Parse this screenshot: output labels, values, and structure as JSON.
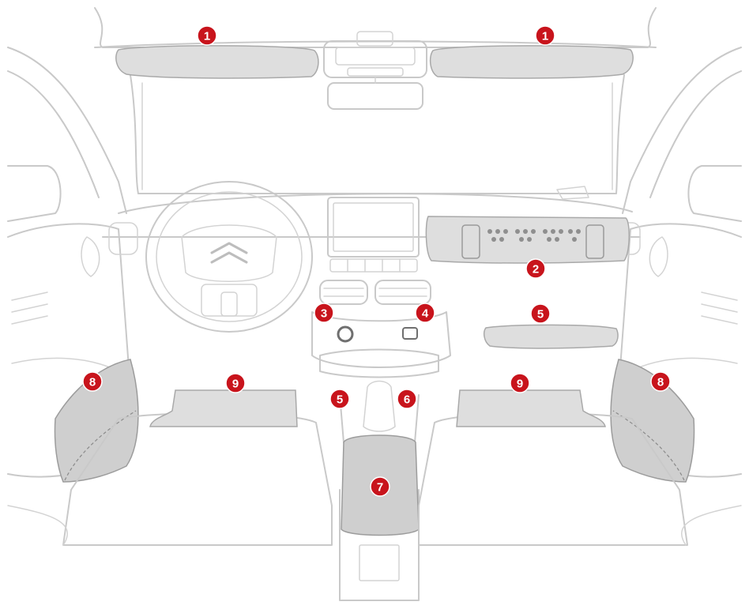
{
  "colors": {
    "marker": "#c8141c",
    "marker_text": "#ffffff",
    "storage_zone": "#dedede",
    "outline": "#c9c9c9"
  },
  "markers": [
    {
      "id": "sun-visor-left",
      "label": "1"
    },
    {
      "id": "sun-visor-right",
      "label": "1"
    },
    {
      "id": "glovebox",
      "label": "2"
    },
    {
      "id": "usb-socket",
      "label": "3"
    },
    {
      "id": "12v-socket",
      "label": "4"
    },
    {
      "id": "dashboard-storage",
      "label": "5"
    },
    {
      "id": "console-storage",
      "label": "5"
    },
    {
      "id": "cup-holders",
      "label": "6"
    },
    {
      "id": "armrest-storage",
      "label": "7"
    },
    {
      "id": "door-pocket-left",
      "label": "8"
    },
    {
      "id": "door-pocket-right",
      "label": "8"
    },
    {
      "id": "floor-mat-left",
      "label": "9"
    },
    {
      "id": "floor-mat-right",
      "label": "9"
    }
  ]
}
